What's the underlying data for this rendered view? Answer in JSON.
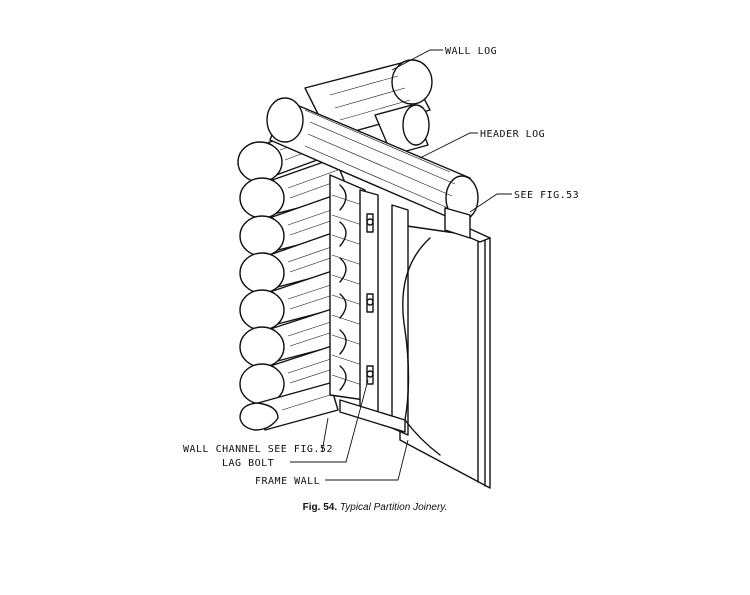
{
  "labels": {
    "wall_log": "WALL LOG",
    "header_log": "HEADER LOG",
    "see_fig": "SEE FIG.53",
    "wall_channel": "WALL CHANNEL SEE FIG.52",
    "lag_bolt": "LAG BOLT",
    "frame_wall": "FRAME WALL"
  },
  "caption": {
    "number": "Fig. 54.",
    "title": "Typical Partition Joinery."
  }
}
